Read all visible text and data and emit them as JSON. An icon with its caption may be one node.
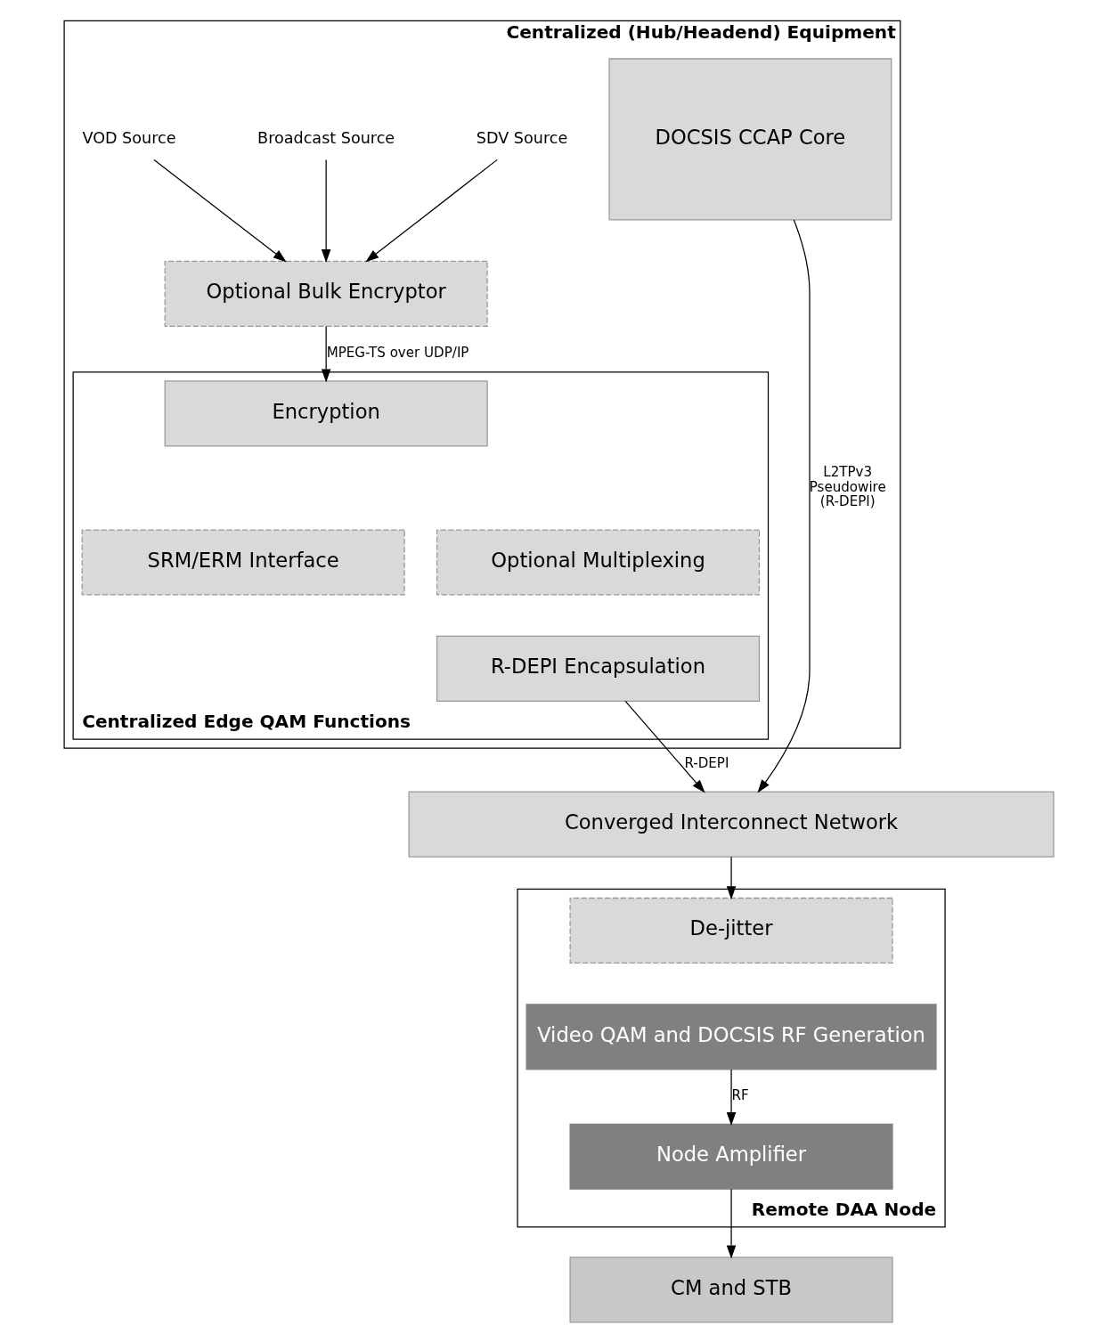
{
  "diagram": {
    "nodes": [
      {
        "text": [
          "Centralized (Hub/Headend) Equipment"
        ]
      },
      {
        "text": [
          "VOD Source"
        ],
        "in": 0
      },
      {
        "text": [
          "Broadcast Source"
        ],
        "in": 0
      },
      {
        "text": [
          "SDV Source"
        ],
        "in": 0
      },
      {
        "text": [
          "Optional Bulk Encryptor"
        ],
        "in": 0
      },
      {
        "text": [
          "Centralized Edge QAM Functions"
        ],
        "in": 0
      },
      {
        "text": [
          "Encryption"
        ],
        "in": 5
      },
      {
        "text": [
          "SRM/ERM Interface"
        ],
        "in": 5
      },
      {
        "text": [
          "Optional Multiplexing"
        ],
        "in": 5
      },
      {
        "text": [
          "R-DEPI Encapsulation"
        ],
        "in": 5
      },
      {
        "text": [
          "DOCSIS CCAP Core"
        ],
        "in": 0
      },
      {
        "text": [
          "Converged Interconnect Network"
        ]
      },
      {
        "text": [
          "Remote DAA Node"
        ]
      },
      {
        "text": [
          "De-jitter"
        ],
        "in": 12
      },
      {
        "text": [
          "Video QAM and DOCSIS RF Generation"
        ],
        "in": 12
      },
      {
        "text": [
          "Node Amplifier"
        ],
        "in": 12
      },
      {
        "text": [
          "CM and STB"
        ]
      }
    ],
    "edges": [
      {
        "from": 1,
        "to": 4,
        "arrow": "to"
      },
      {
        "from": 2,
        "to": 4,
        "arrow": "to"
      },
      {
        "from": 3,
        "to": 4,
        "arrow": "to"
      },
      {
        "from": 4,
        "to": 6,
        "arrow": "to",
        "label": "MPEG-TS over UDP/IP"
      },
      {
        "from": 9,
        "to": 11,
        "arrow": "to",
        "label": "R-DEPI"
      },
      {
        "from": 10,
        "to": 11,
        "arrow": "to",
        "label": "L2TPv3 Pseudowire (R-DEPI)"
      },
      {
        "from": 11,
        "to": 13,
        "arrow": "to"
      },
      {
        "from": 14,
        "to": 15,
        "arrow": "to",
        "label": "RF"
      },
      {
        "from": 15,
        "to": 16,
        "arrow": "to"
      }
    ]
  }
}
